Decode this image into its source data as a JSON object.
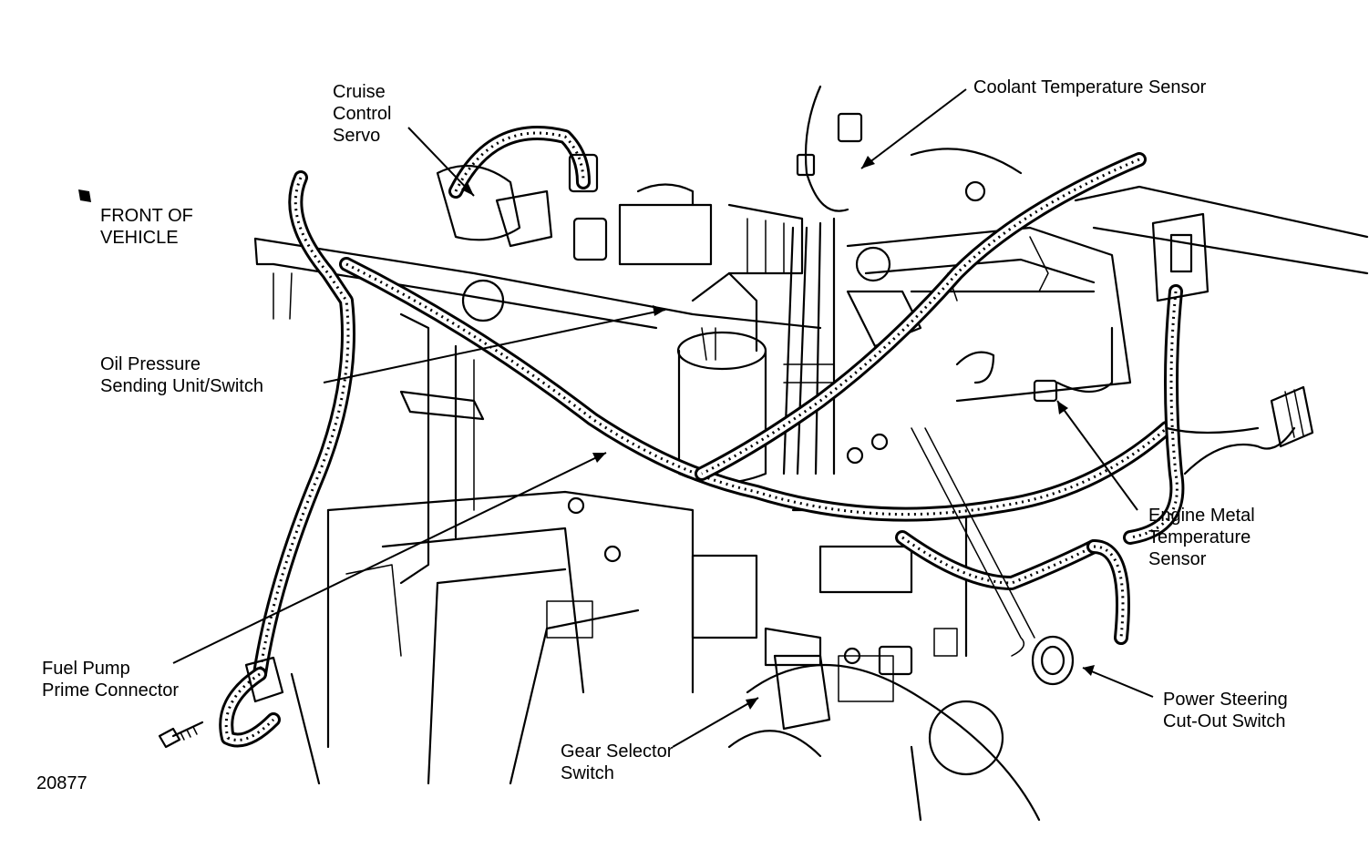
{
  "figure_number": "20877",
  "front_marker": {
    "line1": "FRONT OF",
    "line2": "VEHICLE"
  },
  "labels": {
    "cruise_control_servo": [
      "Cruise",
      "Control",
      "Servo"
    ],
    "coolant_temperature_sensor": [
      "Coolant Temperature Sensor"
    ],
    "oil_pressure_sending_unit": [
      "Oil Pressure",
      "Sending Unit/Switch"
    ],
    "engine_metal_temperature_sensor": [
      "Engine Metal",
      "Temperature",
      "Sensor"
    ],
    "fuel_pump_prime_connector": [
      "Fuel Pump",
      "Prime Connector"
    ],
    "power_steering_cutout_switch": [
      "Power Steering",
      "Cut-Out Switch"
    ],
    "gear_selector_switch": [
      "Gear Selector",
      "Switch"
    ]
  },
  "colors": {
    "ink": "#000000",
    "paper": "#ffffff"
  }
}
